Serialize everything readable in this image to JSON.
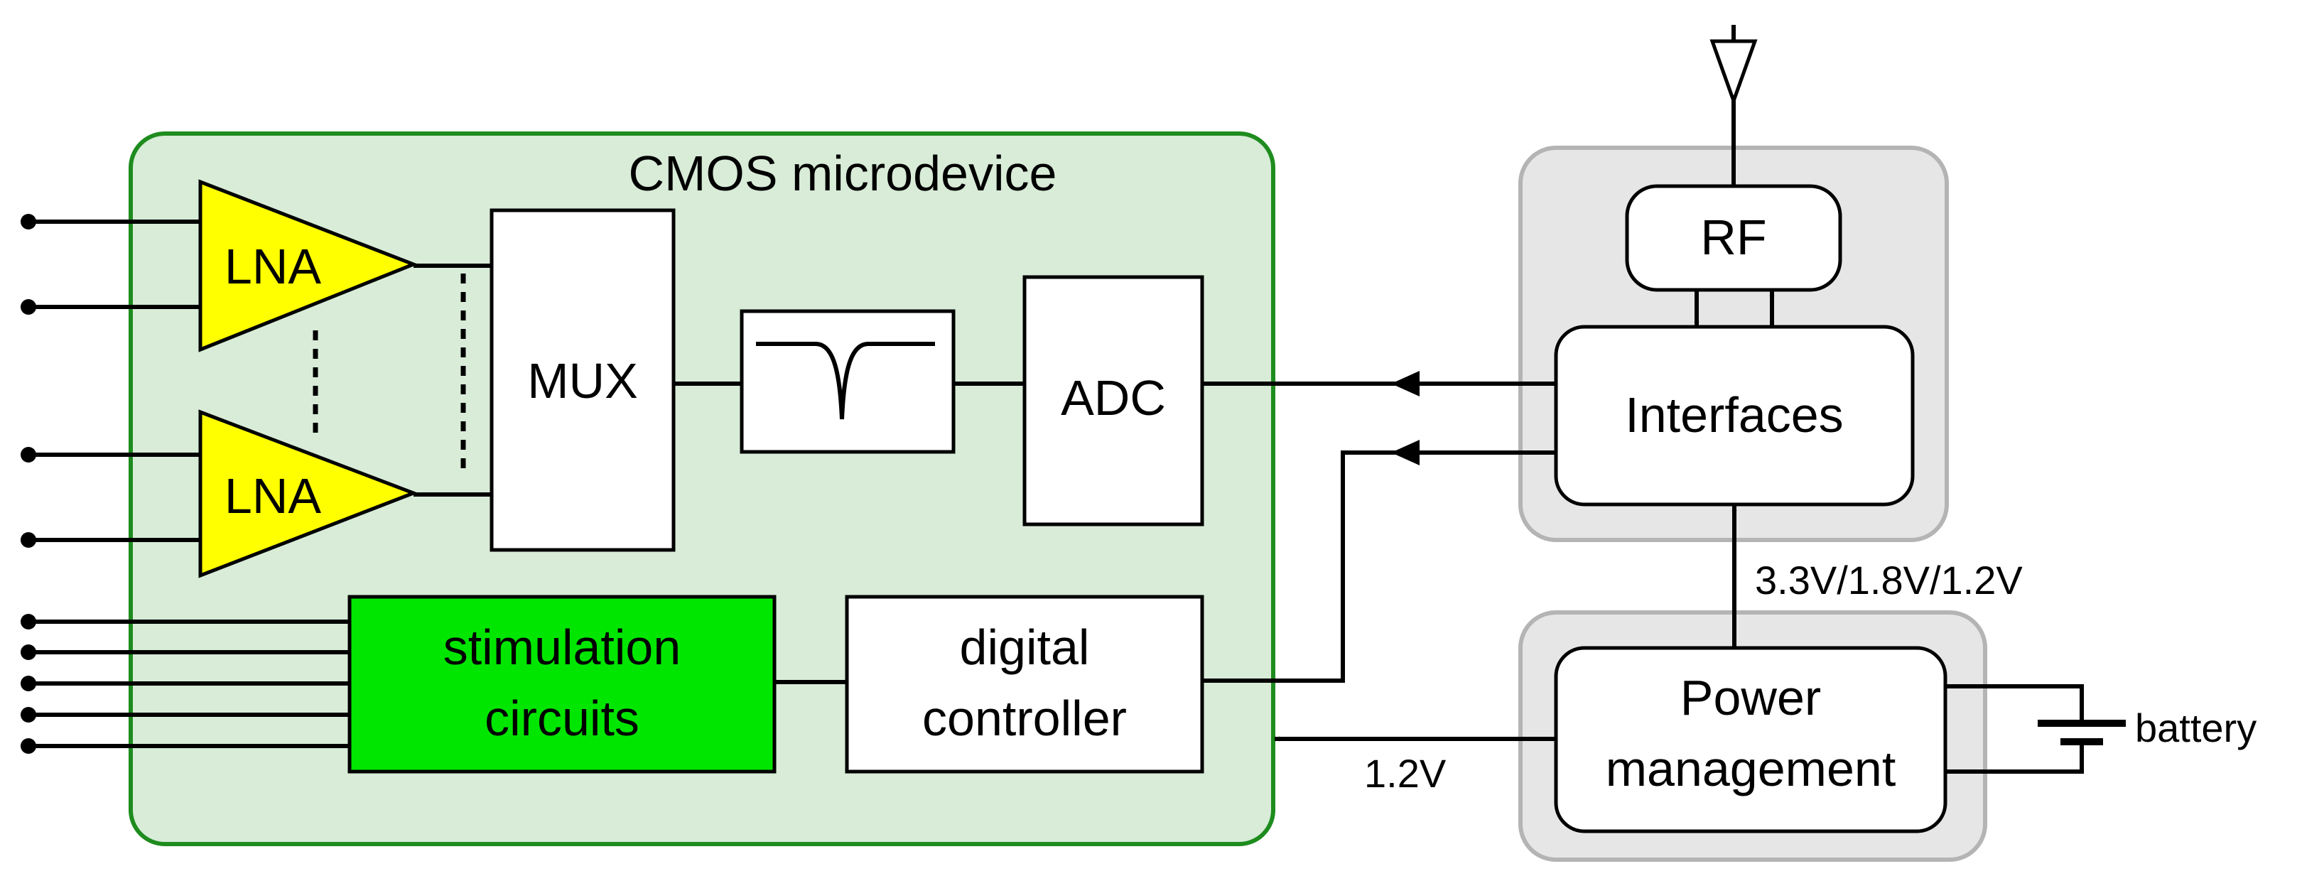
{
  "diagram": {
    "microdevice_label": "CMOS microdevice",
    "blocks": {
      "lna_top": "LNA",
      "lna_bottom": "LNA",
      "mux": "MUX",
      "adc": "ADC",
      "stimulation_line1": "stimulation",
      "stimulation_line2": "circuits",
      "digital_line1": "digital",
      "digital_line2": "controller",
      "rf": "RF",
      "interfaces": "Interfaces",
      "power_line1": "Power",
      "power_line2": "management"
    },
    "annotations": {
      "supply_voltages": "3.3V/1.8V/1.2V",
      "core_voltage": "1.2V",
      "battery": "battery"
    },
    "colors": {
      "microdevice_fill": "#d8ecd8",
      "microdevice_border": "#1e8c1e",
      "lna_fill": "#ffff00",
      "stimulation_fill": "#00e600",
      "module_fill": "#e6e6e6",
      "module_border": "#b4b4b4"
    }
  }
}
